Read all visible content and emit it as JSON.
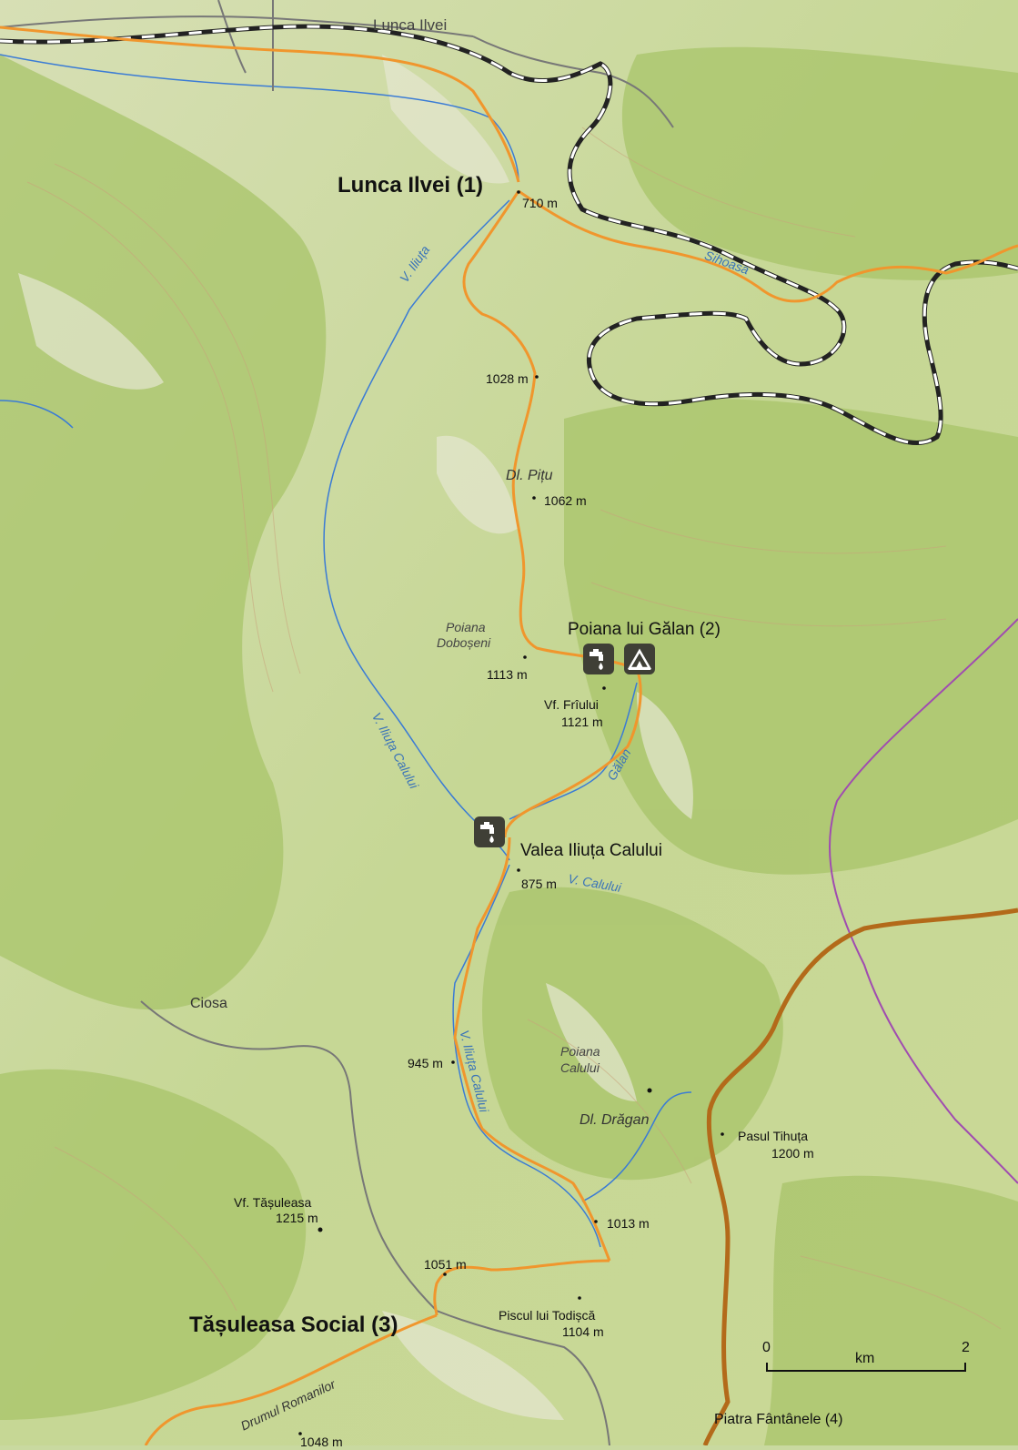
{
  "map": {
    "towns": {
      "lunca_ilvei_top": "Lunca Ilvei",
      "ciosa": "Ciosa"
    },
    "stations": {
      "s1": "Lunca Ilvei (1)",
      "s2": "Poiana lui Gălan (2)",
      "s3": "Tășuleasa Social (3)",
      "s4": "Piatra Fântânele (4)"
    },
    "points": {
      "p710": "710 m",
      "p1028": "1028 m",
      "p1062": "1062 m",
      "p1113": "1113 m",
      "vf_friului_name": "Vf. Frîului",
      "vf_friului_alt": "1121 m",
      "valea_iliuta": "Valea Iliuța Calului",
      "p875": "875 m",
      "p945": "945 m",
      "pasul_name": "Pasul Tihuța",
      "pasul_alt": "1200 m",
      "p1013": "1013 m",
      "vf_tasuleasa_name": "Vf. Tășuleasa",
      "vf_tasuleasa_alt": "1215 m",
      "p1051": "1051 m",
      "piscul_name": "Piscul lui Todișcă",
      "piscul_alt": "1104 m",
      "p1048": "1048 m"
    },
    "places": {
      "dl_pitu": "Dl. Pițu",
      "poiana_dobo_1": "Poiana",
      "poiana_dobo_2": "Doboșeni",
      "poiana_cal_1": "Poiana",
      "poiana_cal_2": "Calului",
      "dl_dragan": "Dl. Drăgan"
    },
    "waters": {
      "v_iliuta": "V. Iliuța",
      "sihoasa": "Sihoasa",
      "v_iliuta_calului_1": "V. Iliuța Calului",
      "galan": "Gălan",
      "v_calului": "V. Calului",
      "v_iliuta_calului_2": "V. Iliuța Calului"
    },
    "roads": {
      "drumul_romanilor": "Drumul Romanilor"
    },
    "icons": [
      "water-tap-icon",
      "camping-tent-icon",
      "water-tap-icon"
    ],
    "scale": {
      "start": "0",
      "unit": "km",
      "end": "2"
    },
    "colors": {
      "route": "#f0962d",
      "road": "#777777",
      "railway": "#222222",
      "water": "#3a7bd5",
      "boundary": "#a04cb0",
      "forest": "#a7c468",
      "meadow": "#dfe6b0",
      "contour": "#c9a27a"
    }
  }
}
